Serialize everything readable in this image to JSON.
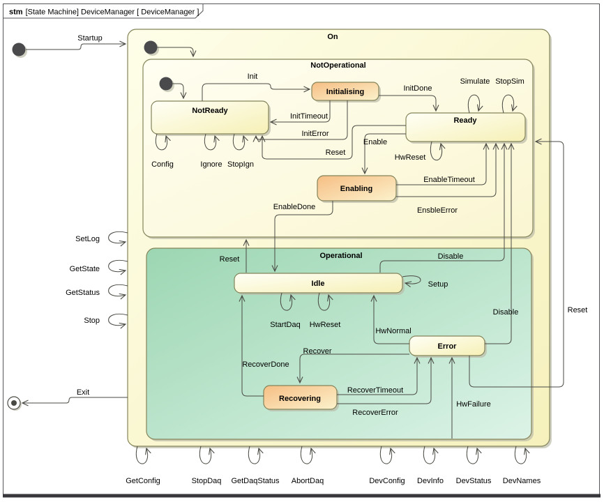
{
  "frame": {
    "keyword": "stm",
    "title": "[State Machine] DeviceManager [ DeviceManager ]"
  },
  "states": {
    "on": "On",
    "notOperational": "NotOperational",
    "operational": "Operational",
    "notReady": "NotReady",
    "initialising": "Initialising",
    "ready": "Ready",
    "enabling": "Enabling",
    "idle": "Idle",
    "error": "Error",
    "recovering": "Recovering"
  },
  "transitions": {
    "startup": "Startup",
    "exit": "Exit",
    "init": "Init",
    "initDone": "InitDone",
    "initTimeout": "InitTimeout",
    "initError": "InitError",
    "resetToNotReady": "Reset",
    "enable": "Enable",
    "hwResetReady": "HwReset",
    "simulate": "Simulate",
    "stopSim": "StopSim",
    "enableTimeout": "EnableTimeout",
    "ensbleError": "EnsbleError",
    "enableDone": "EnableDone",
    "config": "Config",
    "ignore": "Ignore",
    "stopIgn": "StopIgn",
    "resetToNotOperational": "Reset",
    "setup": "Setup",
    "disableFromIdle": "Disable",
    "disableFromError": "Disable",
    "startDaq": "StartDaq",
    "hwResetIdle": "HwReset",
    "hwNormal": "HwNormal",
    "hwFailure": "HwFailure",
    "recover": "Recover",
    "recoverDone": "RecoverDone",
    "recoverTimeout": "RecoverTimeout",
    "recoverError": "RecoverError",
    "resetFromError": "Reset",
    "setLog": "SetLog",
    "getState": "GetState",
    "getStatus": "GetStatus",
    "stop": "Stop",
    "getConfig": "GetConfig",
    "stopDaq": "StopDaq",
    "getDaqStatus": "GetDaqStatus",
    "abortDaq": "AbortDaq",
    "devConfig": "DevConfig",
    "devInfo": "DevInfo",
    "devStatus": "DevStatus",
    "devNames": "DevNames"
  },
  "colors": {
    "on_fill_start": "#FEFEE9",
    "on_fill_end": "#F6F1BC",
    "notop_fill_start": "#FFFEF1",
    "notop_fill_end": "#FAF6D2",
    "operational_fill_start": "#9CD6B2",
    "operational_fill_end": "#DCF3E7",
    "state_fill_start": "#FFFFF6",
    "state_fill_end": "#F6F0B6",
    "active_fill_start": "#F6BE84",
    "active_fill_end": "#FCF2CC",
    "line": "#4A4A44",
    "border": "#84845A"
  }
}
